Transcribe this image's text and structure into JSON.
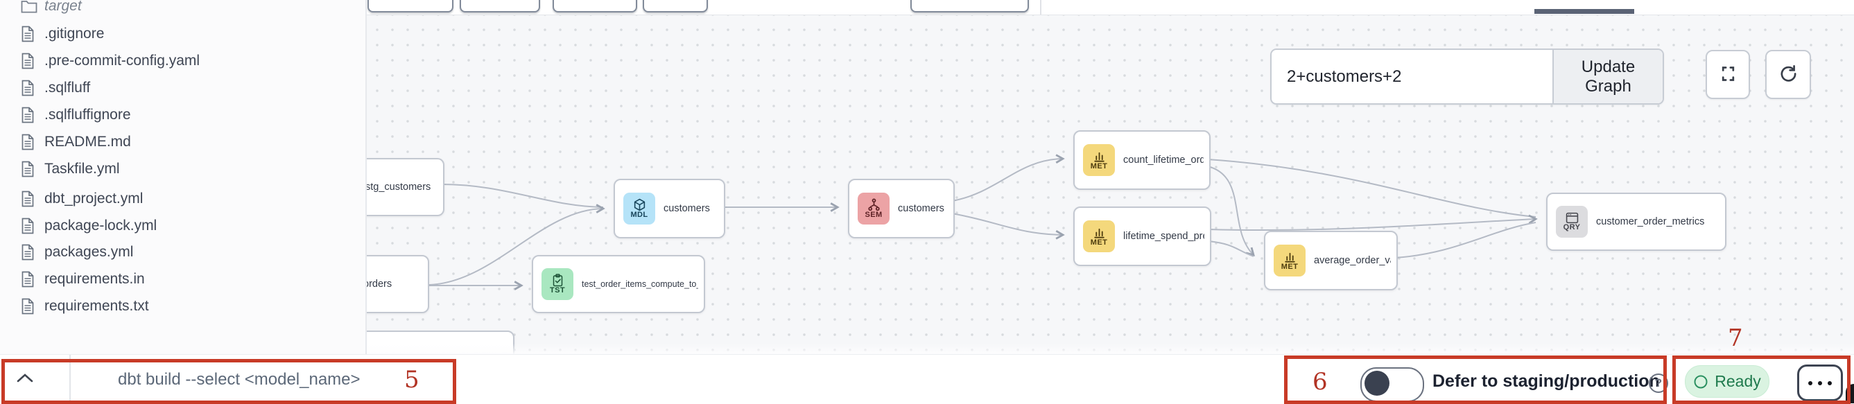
{
  "sidebar": {
    "folder_item": {
      "name": "target"
    },
    "files": [
      ".gitignore",
      ".pre-commit-config.yaml",
      ".sqlfluff",
      ".sqlfluffignore",
      "README.md",
      "Taskfile.yml",
      "dbt_project.yml",
      "package-lock.yml",
      "packages.yml",
      "requirements.in",
      "requirements.txt"
    ]
  },
  "graph": {
    "controls": {
      "selector_value": "2+customers+2",
      "update_button_label": "Update Graph"
    },
    "badge_colors": {
      "MDL": "#b5e3f8",
      "SEM": "#eca3a5",
      "TST": "#a9e7c0",
      "MET": "#f4d87c",
      "QRY": "#dcdcdf"
    },
    "nodes": [
      {
        "id": "stg_customers",
        "label": "stg_customers",
        "badge": null
      },
      {
        "id": "orders",
        "label": "orders",
        "badge": null
      },
      {
        "id": "customers_model",
        "label": "customers",
        "badge": "MDL"
      },
      {
        "id": "test_order_items",
        "label": "test_order_items_compute_to_bools...",
        "badge": "TST"
      },
      {
        "id": "customers_semantic",
        "label": "customers",
        "badge": "SEM"
      },
      {
        "id": "count_lifetime_orders",
        "label": "count_lifetime_orders",
        "badge": "MET"
      },
      {
        "id": "lifetime_spend_pretax",
        "label": "lifetime_spend_pretax",
        "badge": "MET"
      },
      {
        "id": "average_order_value",
        "label": "average_order_value",
        "badge": "MET"
      },
      {
        "id": "customer_order_metrics",
        "label": "customer_order_metrics",
        "badge": "QRY"
      },
      {
        "id": "clipped_node",
        "label": "",
        "badge": null
      }
    ],
    "edges": [
      {
        "from": "stg_customers",
        "to": "customers_model"
      },
      {
        "from": "orders",
        "to": "customers_model"
      },
      {
        "from": "orders",
        "to": "test_order_items"
      },
      {
        "from": "customers_model",
        "to": "customers_semantic"
      },
      {
        "from": "customers_semantic",
        "to": "count_lifetime_orders"
      },
      {
        "from": "customers_semantic",
        "to": "lifetime_spend_pretax"
      },
      {
        "from": "count_lifetime_orders",
        "to": "average_order_value"
      },
      {
        "from": "count_lifetime_orders",
        "to": "customer_order_metrics"
      },
      {
        "from": "lifetime_spend_pretax",
        "to": "average_order_value"
      },
      {
        "from": "lifetime_spend_pretax",
        "to": "customer_order_metrics"
      },
      {
        "from": "average_order_value",
        "to": "customer_order_metrics"
      }
    ]
  },
  "bottom_bar": {
    "command_placeholder": "dbt build --select <model_name>",
    "defer_label": "Defer to staging/production",
    "status_label": "Ready"
  },
  "annotations": {
    "label_5": "5",
    "label_6": "6",
    "label_7": "7",
    "box_color": "#c83b27"
  }
}
